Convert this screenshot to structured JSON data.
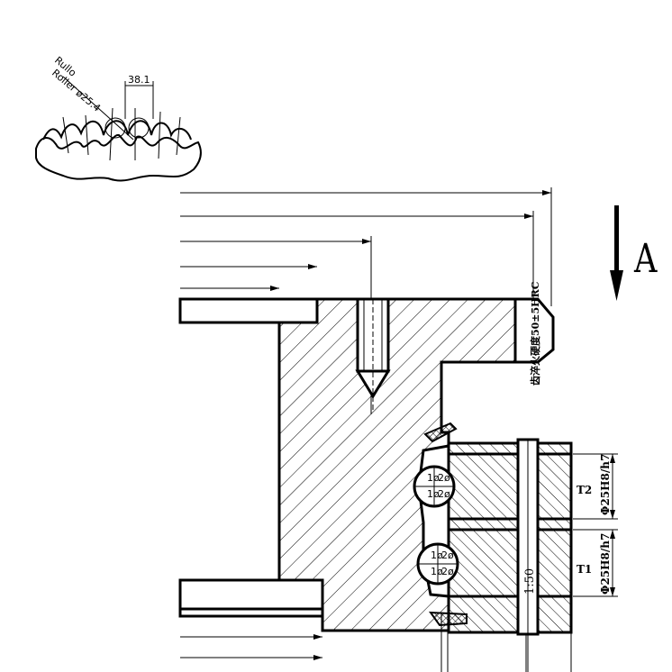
{
  "inset": {
    "label_rullo": "Rullo",
    "label_roller": "Roller ø25.4",
    "pitch": "38.1"
  },
  "view_arrow_label": "A",
  "hardness_note": "齿淬火硬度50±5HRC",
  "row_labels": {
    "upper": "T2",
    "lower": "T1"
  },
  "fit_tolerances": {
    "upper": "Φ25H8/h7",
    "lower": "Φ25H8/h7"
  },
  "taper_label": "1:50",
  "ball_marks": {
    "rows": [
      "1ø",
      "2ø"
    ]
  }
}
